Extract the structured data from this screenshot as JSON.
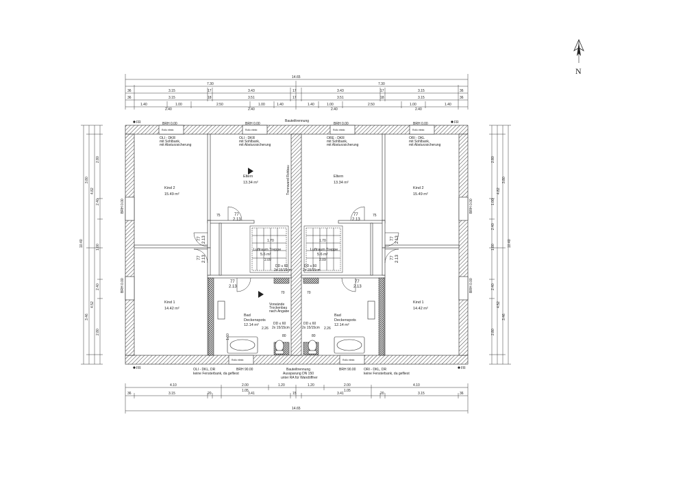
{
  "north": {
    "label": "N"
  },
  "dims": {
    "top_total": "14.65",
    "top_half_left": "7.30",
    "top_half_right": "7.30",
    "top_row1": [
      "36",
      "3.15",
      "17",
      "3.43",
      "17",
      "3.43",
      "17",
      "3.15",
      "36"
    ],
    "top_row2": [
      "36",
      "3.15",
      "18",
      "3.51",
      "17",
      "3.51",
      "18",
      "3.15",
      "36"
    ],
    "top_row3a": [
      "1.40",
      "1.00",
      "2.50",
      "1.00",
      "1.40",
      "1.40",
      "1.00",
      "2.50",
      "1.00",
      "1.40"
    ],
    "top_row3b": [
      "2.40",
      "2.40",
      "2.40",
      "2.40"
    ],
    "bot_row1": [
      "4.10",
      "2.00",
      "1.20",
      "1.20",
      "2.00",
      "4.10"
    ],
    "bot_row1b": [
      "1.05",
      "1.05"
    ],
    "bot_row2": [
      "36",
      "3.15",
      "20",
      "3.41",
      "15",
      "3.41",
      "20",
      "3.15",
      "36"
    ],
    "bot_total": "14.65",
    "left_total": "10.40",
    "left_outer": [
      "3.80",
      "3.46"
    ],
    "left_mid": [
      "4.82",
      "4.52"
    ],
    "left_inner": [
      "2.80",
      "2.40",
      "1.00",
      "2.40",
      "2.80"
    ],
    "right_total": "10.40",
    "right_outer": [
      "3.80",
      "3.46"
    ],
    "right_mid": [
      "4.82",
      "4.52"
    ],
    "right_inner": [
      "2.80",
      "1.00",
      "2.40",
      "1.00",
      "2.40",
      "2.80"
    ]
  },
  "labels": {
    "brh_top": [
      "BRH 0.00",
      "BRH 0.00",
      "BRH 0.00",
      "BRH 0.00"
    ],
    "brh_bottom": [
      "BRH 90.00",
      "BRH 90.00"
    ],
    "brh_side": [
      "BRH 0.00",
      "BRH 0.00",
      "BRH 0.00",
      "BRH 0.00"
    ],
    "fr": [
      "FR",
      "FR",
      "FR",
      "FR"
    ],
    "bauteiltrennung_top": "Bauteiltrennung",
    "bauteiltrennung_bottom": "Bauteiltrennung",
    "aussparung1": "Aussparung DN 150",
    "aussparung2": "unter RA für Wandöffner",
    "trennwand": "Trennwand Rohbau",
    "dachfenster_note": "Rollo elektr.",
    "oli_top": [
      "OLI - DKR",
      "mit Sohlbank,",
      "mit Absturzsicherung"
    ],
    "ol_top": [
      "OLI - DKR",
      "mit Sohlbank,",
      "mit Absturzsicherung"
    ],
    "ore_top": [
      "ORE - DKR",
      "mit Sohlbank,",
      "mit Absturzsicherung"
    ],
    "ori_top": [
      "ORI - DKL",
      "mit Sohlbank,",
      "mit Absturzsicherung"
    ],
    "oli_bottom": [
      "OLI - DKL, DR",
      "keine Fensterbank, da gefliest"
    ],
    "ori_bottom": [
      "ORI - DKL, DR",
      "keine Fensterbank, da gefliest"
    ],
    "vorwand": [
      "Vorwände",
      "Trockenbau",
      "nach Angabe"
    ]
  },
  "rooms": [
    {
      "name": "Kind 2",
      "area": "15.49 m²"
    },
    {
      "name": "Eltern",
      "area": "13.34 m²"
    },
    {
      "name": "Eltern",
      "area": "13.34 m²"
    },
    {
      "name": "Kind 2",
      "area": "15.49 m²"
    },
    {
      "name": "Kind 1",
      "area": "14.42 m²"
    },
    {
      "name": "Bad",
      "sub": "Deckenspots",
      "area": "12.14 m²"
    },
    {
      "name": "Bad",
      "sub": "Deckenspots",
      "area": "12.14 m²"
    },
    {
      "name": "Kind 1",
      "area": "14.42 m²"
    },
    {
      "name": "Luftraum Treppe",
      "area": "5.6 m²"
    },
    {
      "name": "Luftraum Treppe",
      "area": "5.6 m²"
    }
  ],
  "openings": {
    "door_top": [
      "77",
      "2.13"
    ],
    "door_side": [
      "77",
      "2.13"
    ],
    "dd": [
      "DD ≤ 60",
      "2x 15/15cm"
    ],
    "dd2": [
      "DD ≤ 60",
      "2x 15/15cm"
    ],
    "stair": [
      "1.70",
      "2.09",
      "1.70",
      "2.09"
    ],
    "sizes": [
      "75",
      "70",
      "70",
      "75",
      "2.26",
      "2.26",
      "1.60",
      "80",
      "80"
    ]
  }
}
